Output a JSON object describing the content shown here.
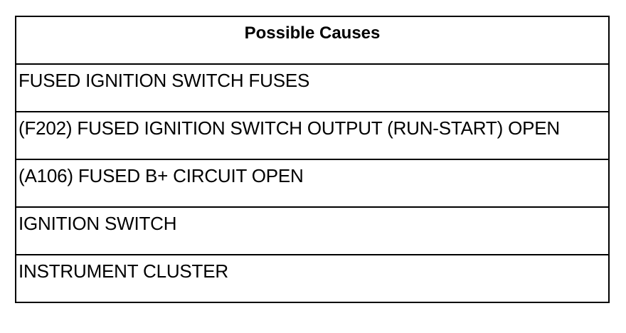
{
  "table": {
    "header": "Possible Causes",
    "rows": [
      "FUSED IGNITION SWITCH FUSES",
      "(F202) FUSED IGNITION SWITCH OUTPUT (RUN-START) OPEN",
      "(A106) FUSED B+ CIRCUIT OPEN",
      "IGNITION SWITCH",
      "INSTRUMENT CLUSTER"
    ]
  }
}
